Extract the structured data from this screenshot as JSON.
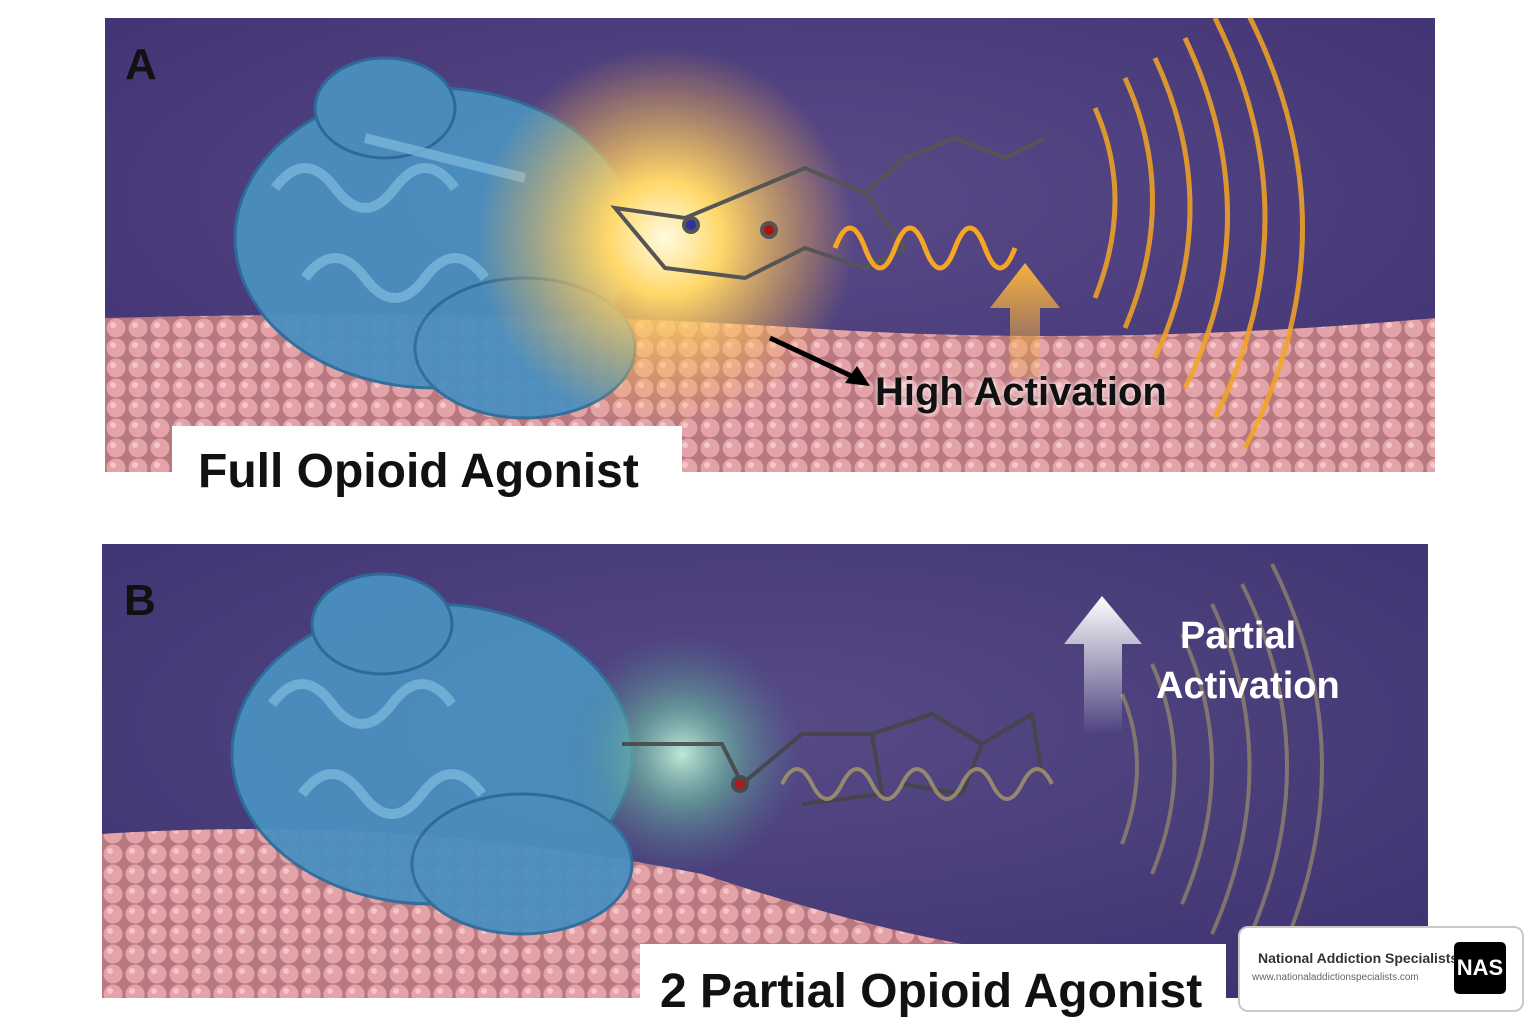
{
  "panel_a": {
    "letter": "A",
    "title": "Full Opioid Agonist",
    "annotation": "High Activation"
  },
  "panel_b": {
    "letter": "B",
    "title": "2 Partial Opioid Agonist",
    "annotation_line1": "Partial",
    "annotation_line2": "Activation"
  },
  "logo": {
    "name": "National Addiction Specialists",
    "url": "www.nationaladdictionspecialists.com",
    "mark": "NAS"
  },
  "colors": {
    "background": "#4a3d7a",
    "membrane": "#d99aa0",
    "protein": "#4a90c0",
    "wave_full": "#f5a623",
    "wave_partial": "#a89a6a"
  }
}
